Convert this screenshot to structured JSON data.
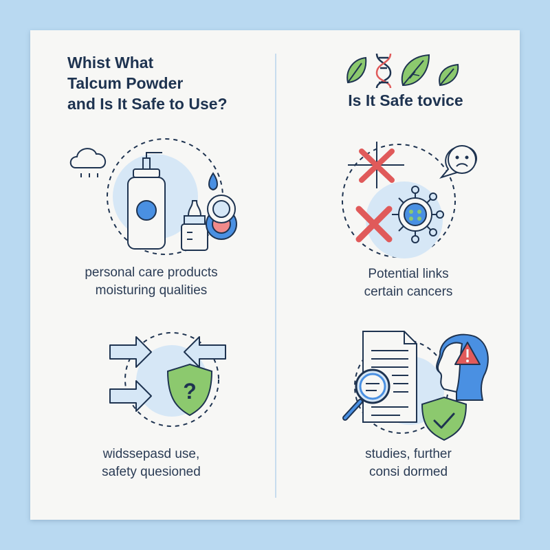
{
  "left": {
    "title_line1": "Whist What",
    "title_line2": "Talcum Powder",
    "title_line3": "and Is It Safe to Use?",
    "panel1": {
      "line1": "personal care products",
      "line2": "moisturing qualities"
    },
    "panel2": {
      "line1": "widssepasd use,",
      "line2": "safety quesioned"
    }
  },
  "right": {
    "title": "Is It Safe tovice",
    "panel1": {
      "line1": "Potential links",
      "line2": "certain cancers"
    },
    "panel2": {
      "line1": "studies, further",
      "line2": "consi dormed"
    }
  },
  "colors": {
    "background": "#b9d9f1",
    "card": "#f7f7f5",
    "ink": "#1e3350",
    "accent_blue": "#4a90e2",
    "circle_fill": "#d6e7f6",
    "leaf_green": "#8cc96e",
    "warning_red": "#e05a5a"
  },
  "icons": [
    "leaf-icon",
    "dna-icon",
    "cloud-icon",
    "lotion-bottle-icon",
    "baby-bottle-icon",
    "compact-icon",
    "water-drop-icon",
    "arrows-icon",
    "shield-question-icon",
    "cross-mark-icon",
    "sad-face-icon",
    "virus-cell-icon",
    "document-icon",
    "magnifier-icon",
    "head-warning-icon",
    "shield-check-icon"
  ]
}
